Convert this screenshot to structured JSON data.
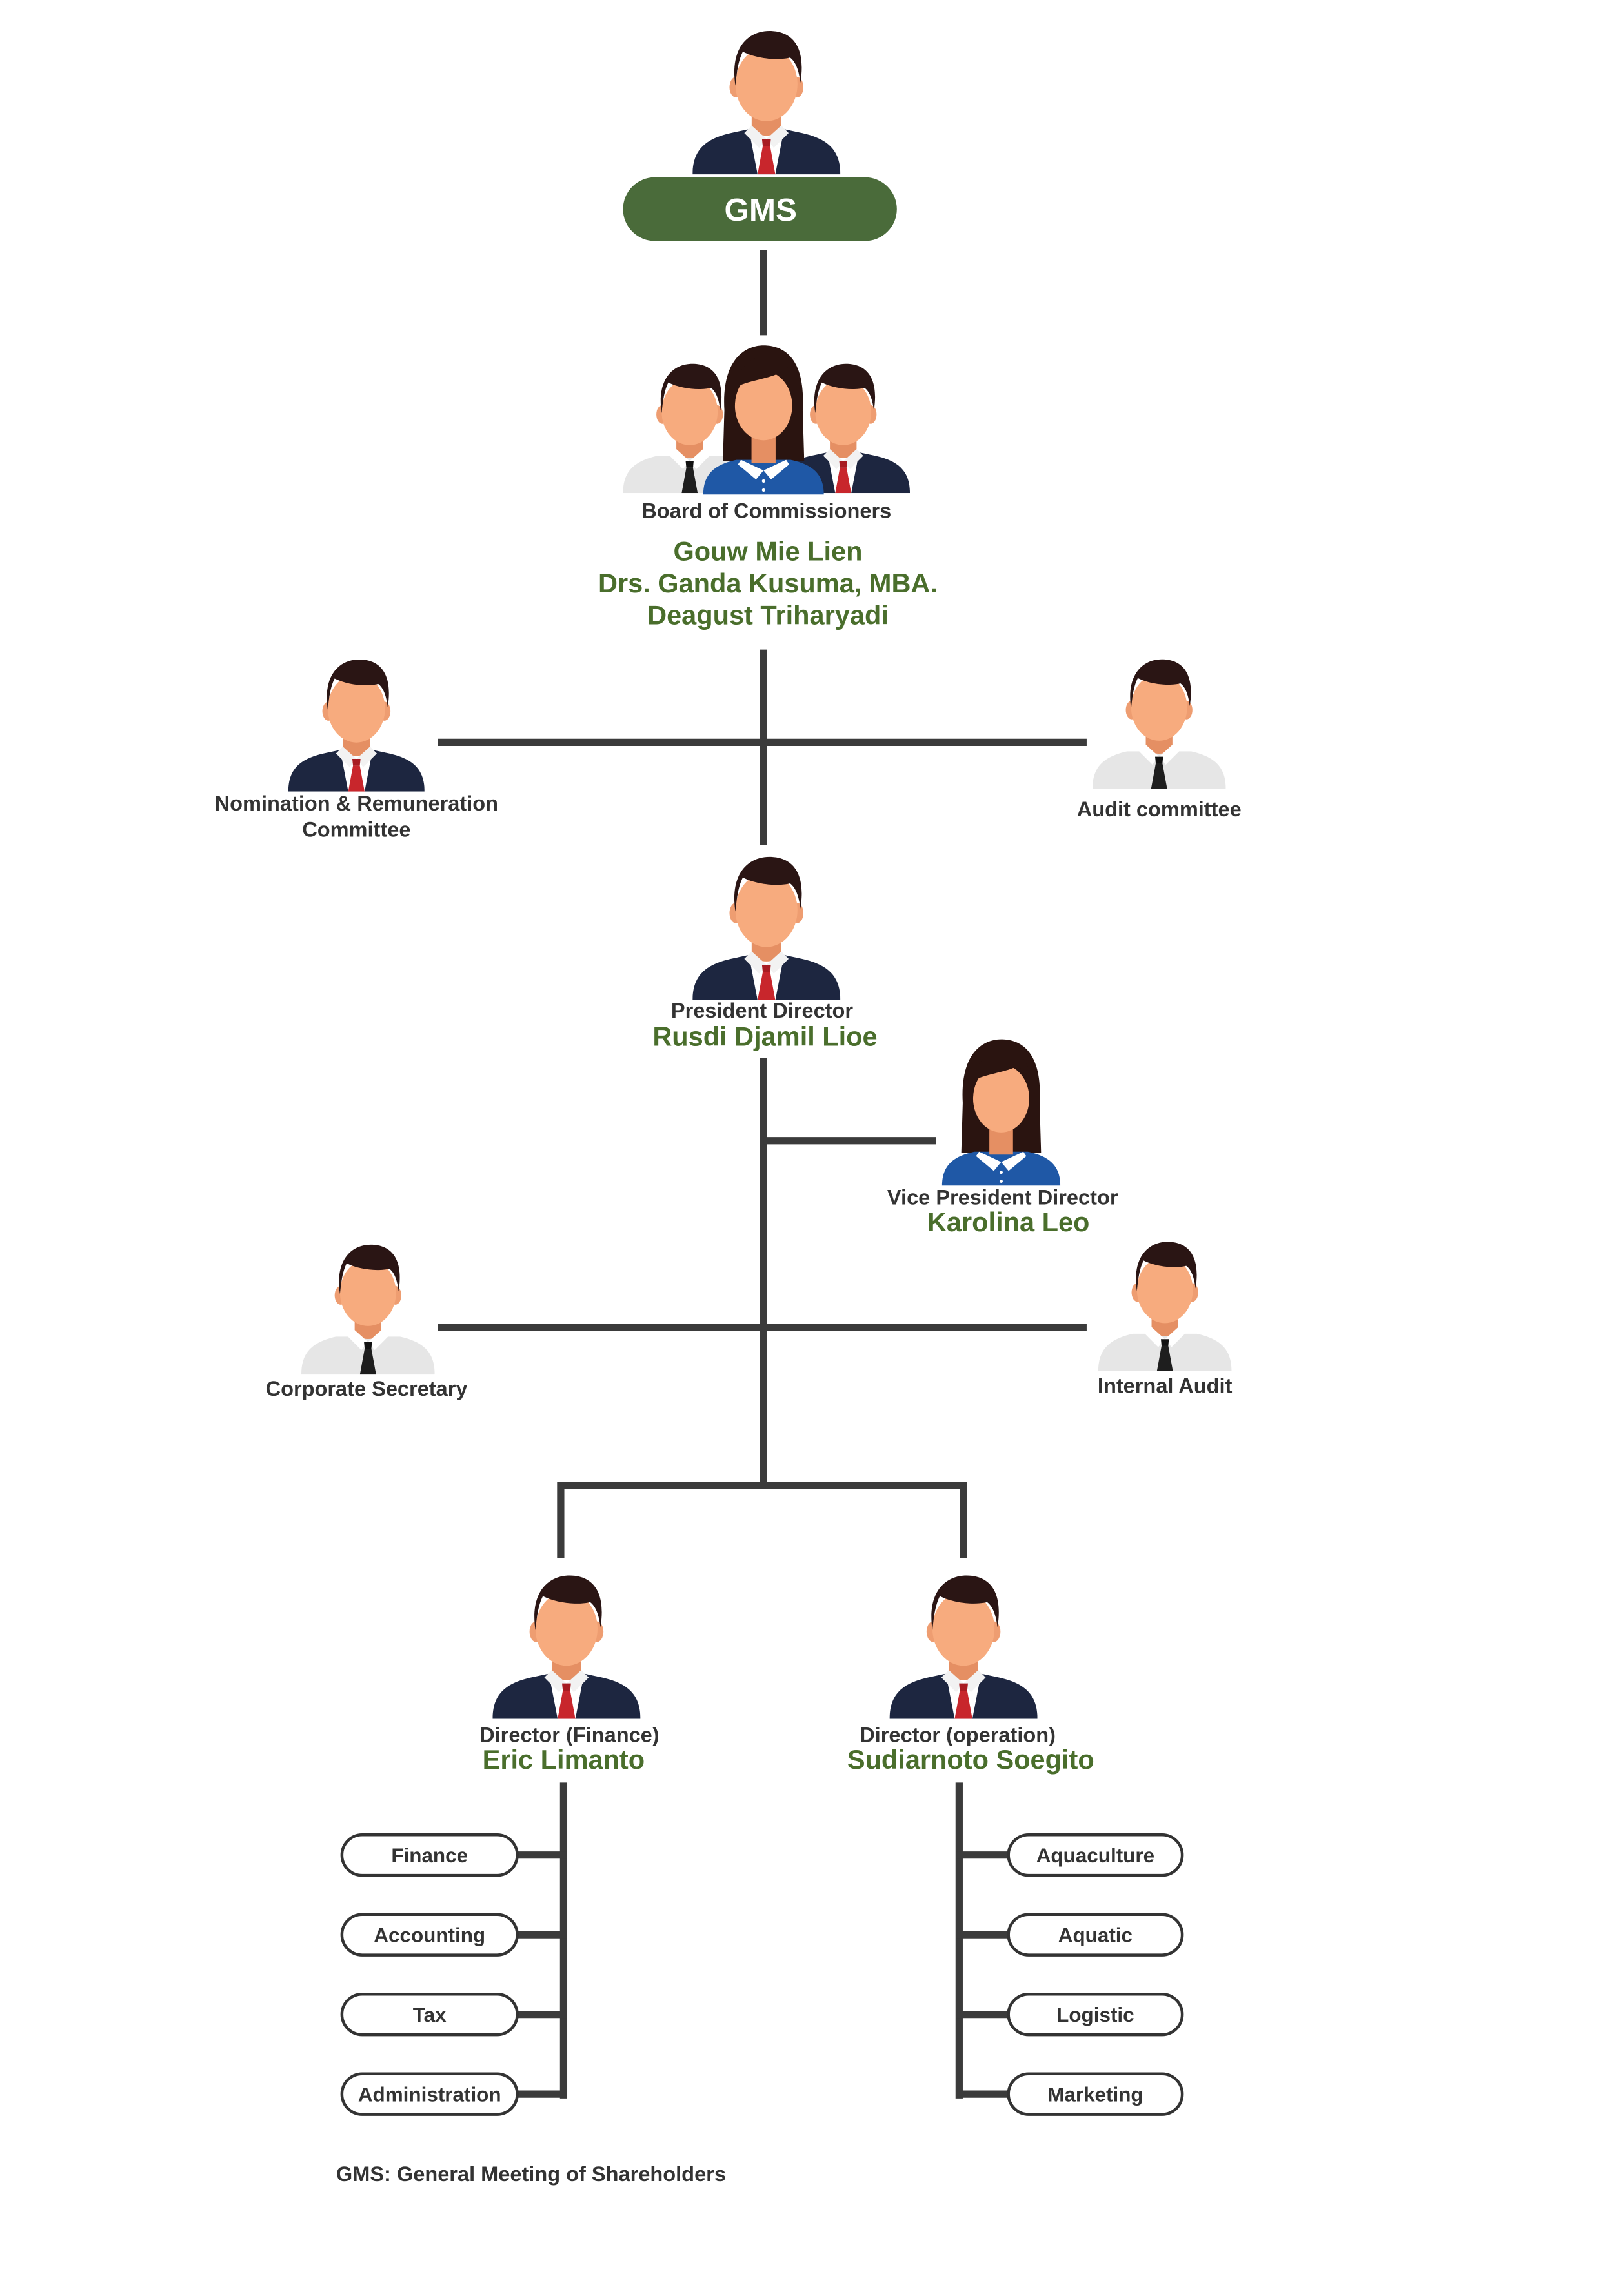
{
  "colors": {
    "accent": "#4a6b3a",
    "name_text": "#4a6e2c",
    "connector": "#3b3b3b",
    "label_text": "#333333",
    "pill_border": "#333333"
  },
  "icons": {
    "gms": "person-suit-icon",
    "board": "group-of-three-people-icon",
    "nomination_committee": "person-suit-icon",
    "audit_committee": "person-shirt-icon",
    "president_director": "person-suit-icon",
    "vice_president_director": "woman-icon",
    "corporate_secretary": "person-shirt-icon",
    "internal_audit": "person-shirt-icon",
    "director_finance": "person-suit-icon",
    "director_operation": "person-suit-icon"
  },
  "gms": {
    "label": "GMS"
  },
  "board": {
    "title": "Board of Commissioners",
    "members": [
      "Gouw Mie Lien",
      "Drs. Ganda Kusuma, MBA.",
      "Deagust Triharyadi"
    ]
  },
  "nomination_committee": {
    "title_line1": "Nomination & Remuneration",
    "title_line2": "Committee"
  },
  "audit_committee": {
    "title": "Audit committee"
  },
  "president_director": {
    "title": "President Director",
    "name": "Rusdi Djamil Lioe"
  },
  "vice_president_director": {
    "title": "Vice President Director",
    "name": "Karolina Leo"
  },
  "corporate_secretary": {
    "title": "Corporate Secretary"
  },
  "internal_audit": {
    "title": "Internal Audit"
  },
  "director_finance": {
    "title": "Director (Finance)",
    "name": "Eric Limanto",
    "departments": [
      "Finance",
      "Accounting",
      "Tax",
      "Administration"
    ]
  },
  "director_operation": {
    "title": "Director (operation)",
    "name": "Sudiarnoto Soegito",
    "departments": [
      "Aquaculture",
      "Aquatic",
      "Logistic",
      "Marketing"
    ]
  },
  "footnote": "GMS: General Meeting of Shareholders"
}
